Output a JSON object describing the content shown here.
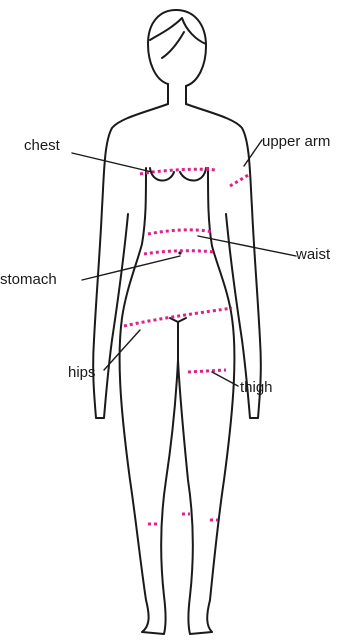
{
  "labels": {
    "chest": "chest",
    "upper_arm": "upper arm",
    "waist": "waist",
    "stomach": "stomach",
    "hips": "hips",
    "thigh": "thigh"
  },
  "colors": {
    "outline": "#1a1a1a",
    "measurement": "#e0208c",
    "background": "#ffffff"
  }
}
